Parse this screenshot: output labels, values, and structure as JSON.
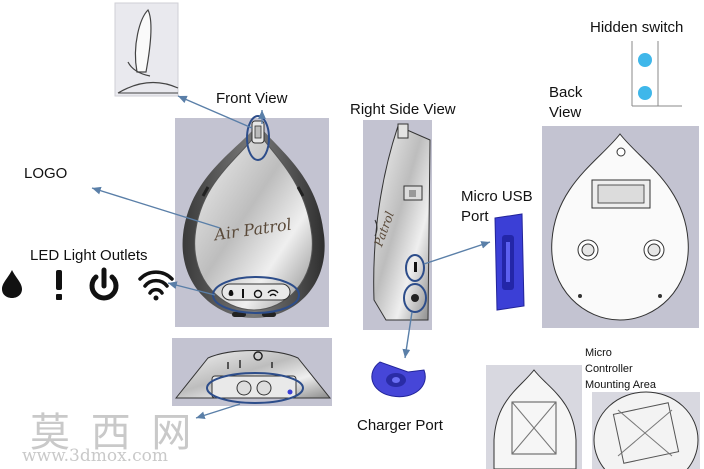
{
  "labels": {
    "front_view": "Front View",
    "right_side_view": "Right Side View",
    "back_view_line1": "Back",
    "back_view_line2": "View",
    "hidden_switch": "Hidden switch",
    "logo": "LOGO",
    "led_light_outlets": "LED Light Outlets",
    "micro_usb_line1": "Micro USB",
    "micro_usb_line2": "Port",
    "charger_port": "Charger Port",
    "micro_controller_line1": "Micro",
    "micro_controller_line2": "Controller",
    "micro_controller_line3": "Mounting Area"
  },
  "brand_logo_text": "Air Patrol",
  "watermark": {
    "chars": "莫 西 网",
    "url": "www.3dmox.com"
  },
  "colors": {
    "panel_bg": "#c3c3d1",
    "arrow": "#5a7fa8",
    "annotation_ring": "#2d4d8a",
    "switch_dot": "#3fb7ea",
    "usb_port": "#3b3fd6",
    "charger_part": "#4646d8"
  },
  "icons": [
    "water-drop-icon",
    "exclamation-icon",
    "power-icon",
    "wifi-icon"
  ]
}
